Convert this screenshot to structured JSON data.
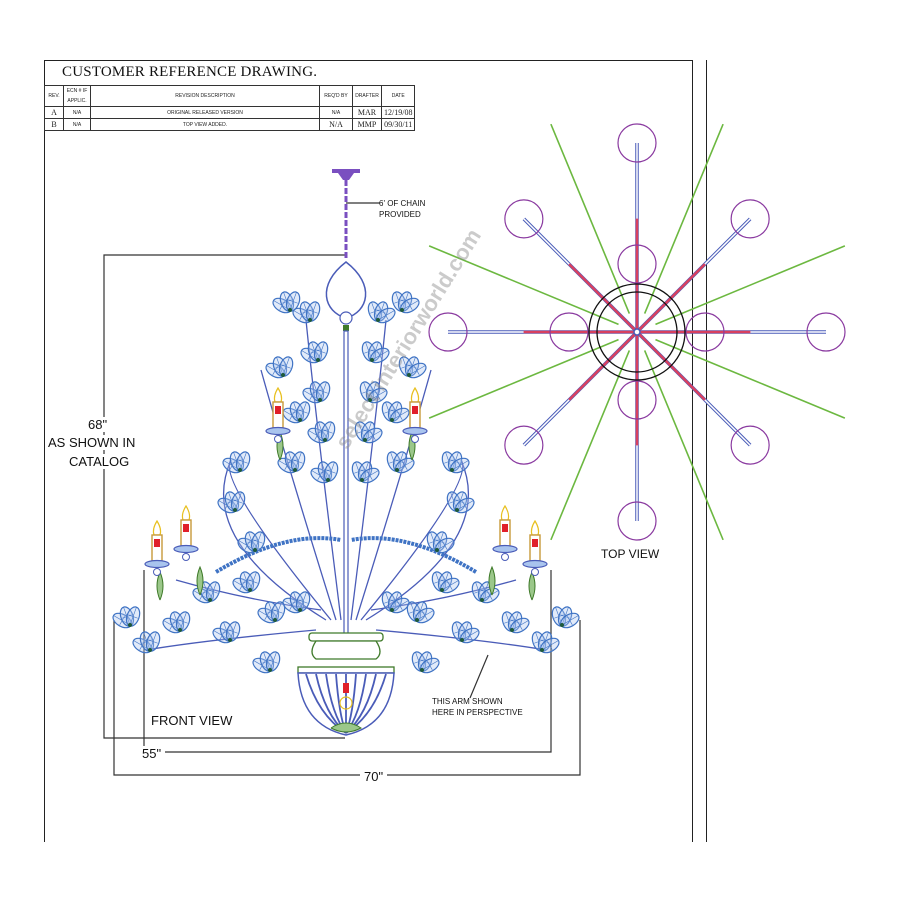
{
  "title": "CUSTOMER REFERENCE DRAWING.",
  "revision_table": {
    "headers": [
      "REV.",
      "ECN # IF APPLIC.",
      "REVISION DESCRIPTION",
      "REQ'D BY",
      "DRAFTER",
      "DATE"
    ],
    "rows": [
      {
        "rev": "A",
        "ecn": "N/A",
        "description": "ORIGINAL RELEASED VERSION",
        "reqd_by": "N/A",
        "drafter": "MAR",
        "date": "12/19/08"
      },
      {
        "rev": "B",
        "ecn": "N/A",
        "description": "TOP VIEW ADDED.",
        "reqd_by": "N/A",
        "drafter": "MMP",
        "date": "09/30/11"
      }
    ]
  },
  "annotations": {
    "chain_line1": "6' OF CHAIN",
    "chain_line2": "PROVIDED",
    "height_value": "68\"",
    "height_note_line1": "AS SHOWN IN",
    "height_note_line2": "CATALOG",
    "front_view": "FRONT VIEW",
    "top_view": "TOP VIEW",
    "width_inner": "55\"",
    "width_outer": "70\"",
    "arm_note_line1": "THIS ARM SHOWN",
    "arm_note_line2": "HERE IN PERSPECTIVE"
  },
  "watermark": "select interiorworld.com",
  "colors": {
    "leaf": "#3f73c4",
    "leaf_fill": "#a9c4ee",
    "stem": "#4a5cb8",
    "green": "#3f7a2a",
    "candle": "#c89a3a",
    "flame": "#e8c020",
    "bulb": "#e0202a",
    "canopy": "#7a4fc0",
    "top_circle": "#8a3aa0",
    "top_green": "#6cb840",
    "top_red": "#d84060"
  }
}
